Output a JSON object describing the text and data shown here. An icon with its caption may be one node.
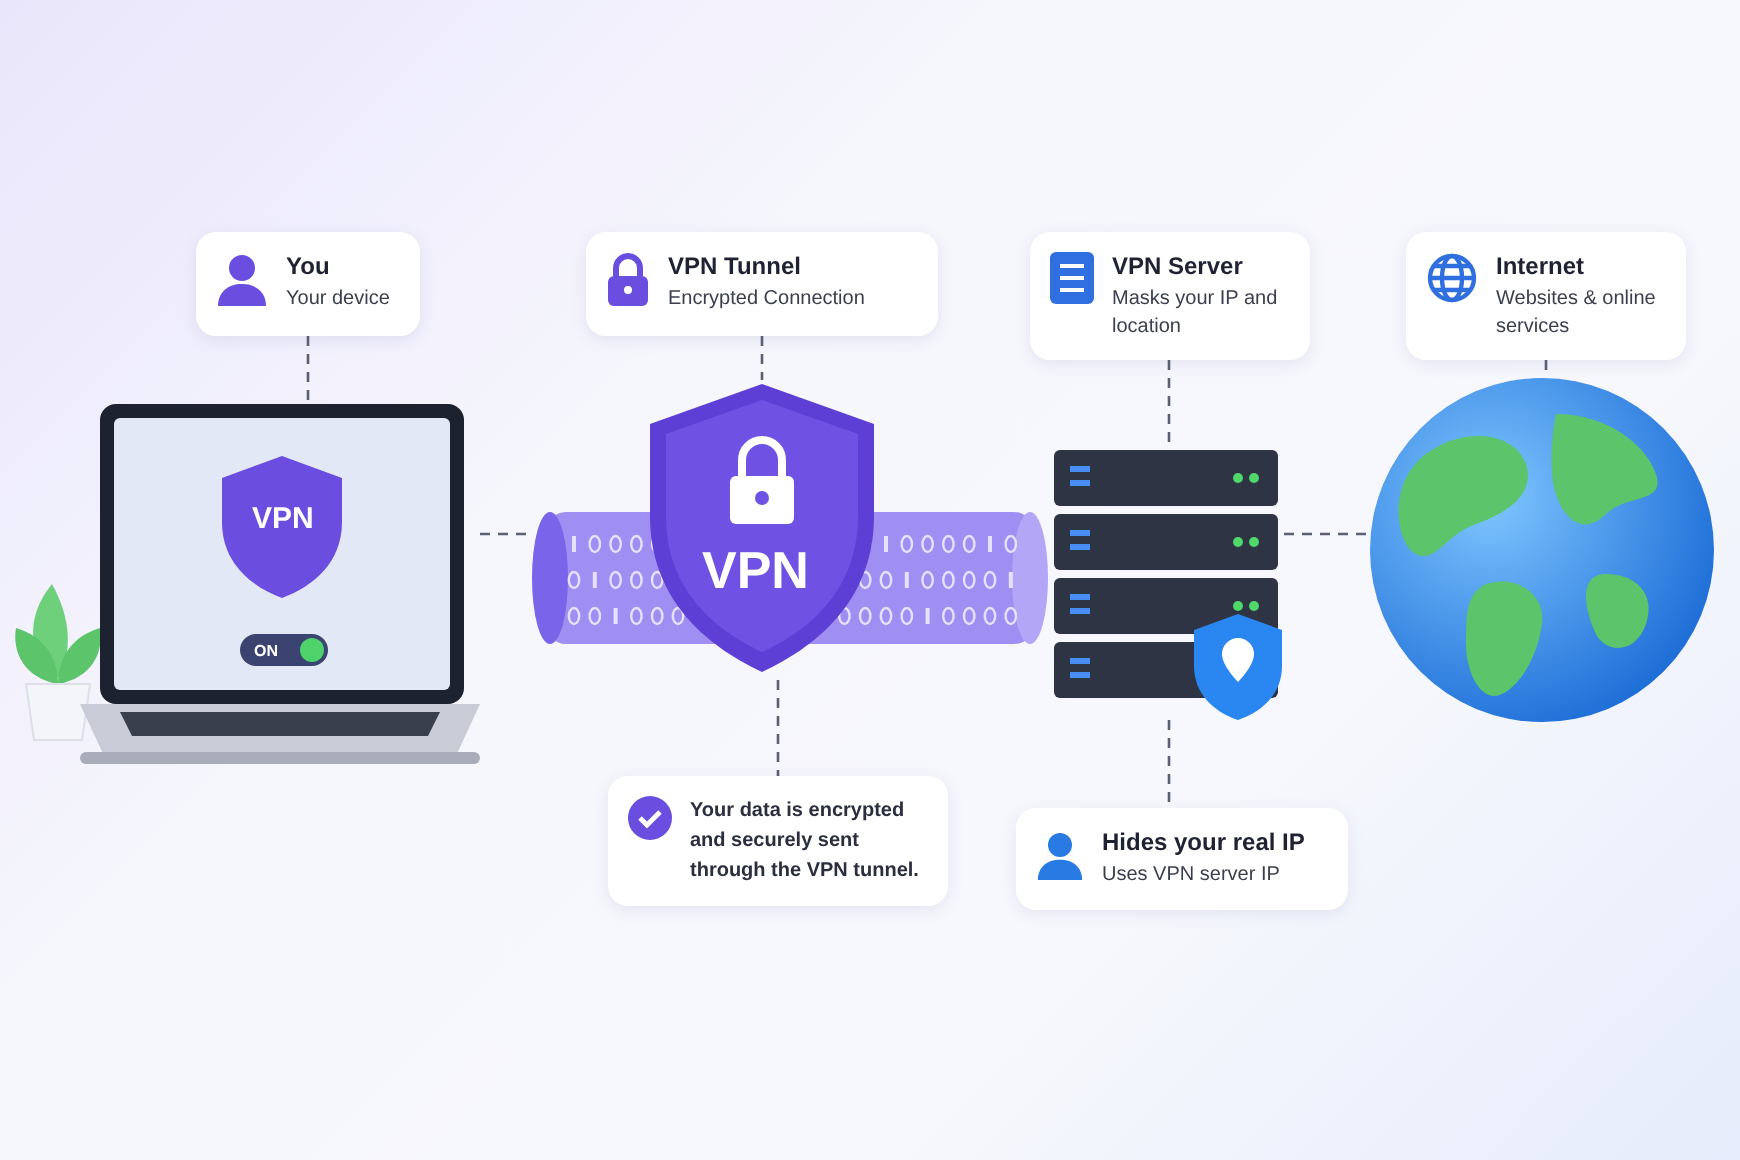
{
  "diagram": {
    "nodes": [
      {
        "text": [
          "You",
          "Your device"
        ]
      },
      {
        "text": [
          "VPN Tunnel",
          "Encrypted Connection"
        ]
      },
      {
        "text": [
          "VPN Server",
          "Masks your IP and location"
        ]
      },
      {
        "text": [
          "Internet",
          "Websites & online services"
        ]
      },
      {
        "text": [
          "VPN",
          "ON"
        ]
      },
      {
        "text": [
          "VPN"
        ]
      },
      {
        "text": [],
        "shape": "picture"
      },
      {
        "text": [],
        "shape": "picture"
      },
      {
        "text": [
          "Your data is encrypted and securely sent through the VPN tunnel."
        ]
      },
      {
        "text": [
          "Hides your real IP",
          "Uses VPN server IP"
        ]
      }
    ],
    "edges": [
      {
        "from": 0,
        "to": 4,
        "arrow": "none",
        "style": "dashed"
      },
      {
        "from": 1,
        "to": 5,
        "arrow": "none",
        "style": "dashed"
      },
      {
        "from": 2,
        "to": 6,
        "arrow": "none",
        "style": "dashed"
      },
      {
        "from": 3,
        "to": 7,
        "arrow": "none",
        "style": "dashed"
      },
      {
        "from": 4,
        "to": 5,
        "arrow": "none",
        "style": "dashed"
      },
      {
        "from": 6,
        "to": 7,
        "arrow": "none",
        "style": "dashed"
      },
      {
        "from": 5,
        "to": 8,
        "arrow": "none",
        "style": "dashed"
      },
      {
        "from": 6,
        "to": 9,
        "arrow": "none",
        "style": "dashed"
      }
    ]
  }
}
